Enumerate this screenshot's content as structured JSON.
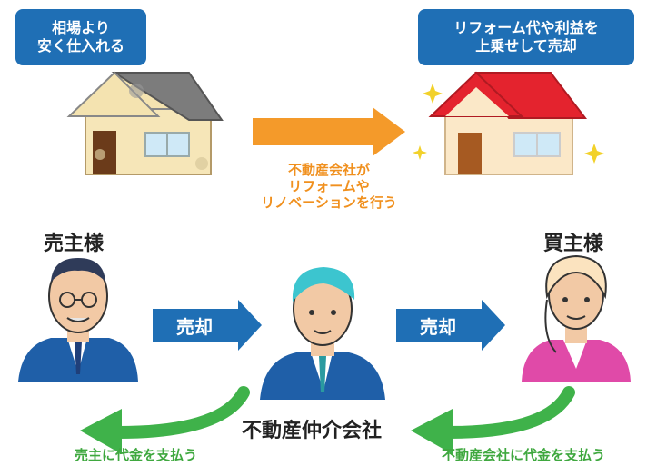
{
  "top_left_callout": "相場より\n安く仕入れる",
  "top_right_callout": "リフォーム代や利益を\n上乗せして売却",
  "middle_note": "不動産会社が\nリフォームや\nリノベーションを行う",
  "seller_label": "売主様",
  "buyer_label": "買主様",
  "agent_label": "不動産仲介会社",
  "arrow_left_label": "売却",
  "arrow_right_label": "売却",
  "pay_seller_text": "売主に代金を支払う",
  "pay_agent_text": "不動産会社に代金を支払う",
  "colors": {
    "callout_blue": "#1f6fb5",
    "arrow_orange": "#f49a2a",
    "arrow_blue": "#1f6fb5",
    "arrow_green": "#3fb24a",
    "roof_red": "#e4232e",
    "roof_grey": "#777777"
  }
}
